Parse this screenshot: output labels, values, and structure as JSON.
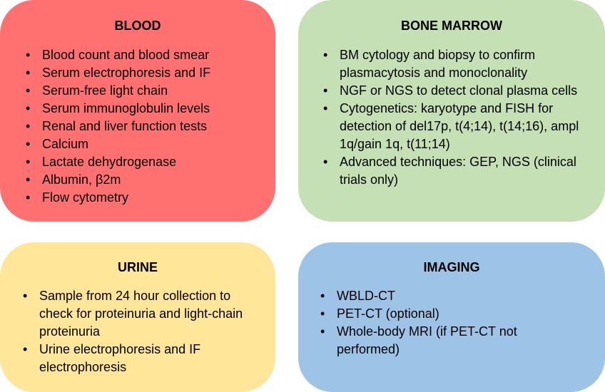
{
  "panels": {
    "blood": {
      "title": "BLOOD",
      "color": "#FF7171",
      "items": [
        "Blood count and blood smear",
        "Serum electrophoresis and IF",
        "Serum-free light chain",
        "Serum immunoglobulin levels",
        "Renal and liver function tests",
        "Calcium",
        "Lactate dehydrogenase",
        "Albumin, β2m",
        "Flow cytometry"
      ]
    },
    "bone_marrow": {
      "title": "BONE MARROW",
      "color": "#C5E0B4",
      "items": [
        "BM cytology and biopsy to confirm plasmacytosis and monoclonality",
        "NGF or NGS to detect clonal plasma cells",
        "Cytogenetics: karyotype and FISH for detection of del17p, t(4;14), t(14;16), ampl 1q/gain 1q, t(11;14)",
        "Advanced techniques: GEP, NGS (clinical trials only)"
      ]
    },
    "urine": {
      "title": "URINE",
      "color": "#FFE699",
      "items": [
        "Sample from 24 hour collection to check for proteinuria and light-chain proteinuria",
        "Urine electrophoresis and IF electrophoresis"
      ]
    },
    "imaging": {
      "title": "IMAGING",
      "color": "#9DC3E6",
      "items": [
        "WBLD-CT",
        "PET-CT (optional)",
        "Whole-body MRI (if PET-CT not performed)"
      ]
    }
  },
  "bullet": "•"
}
